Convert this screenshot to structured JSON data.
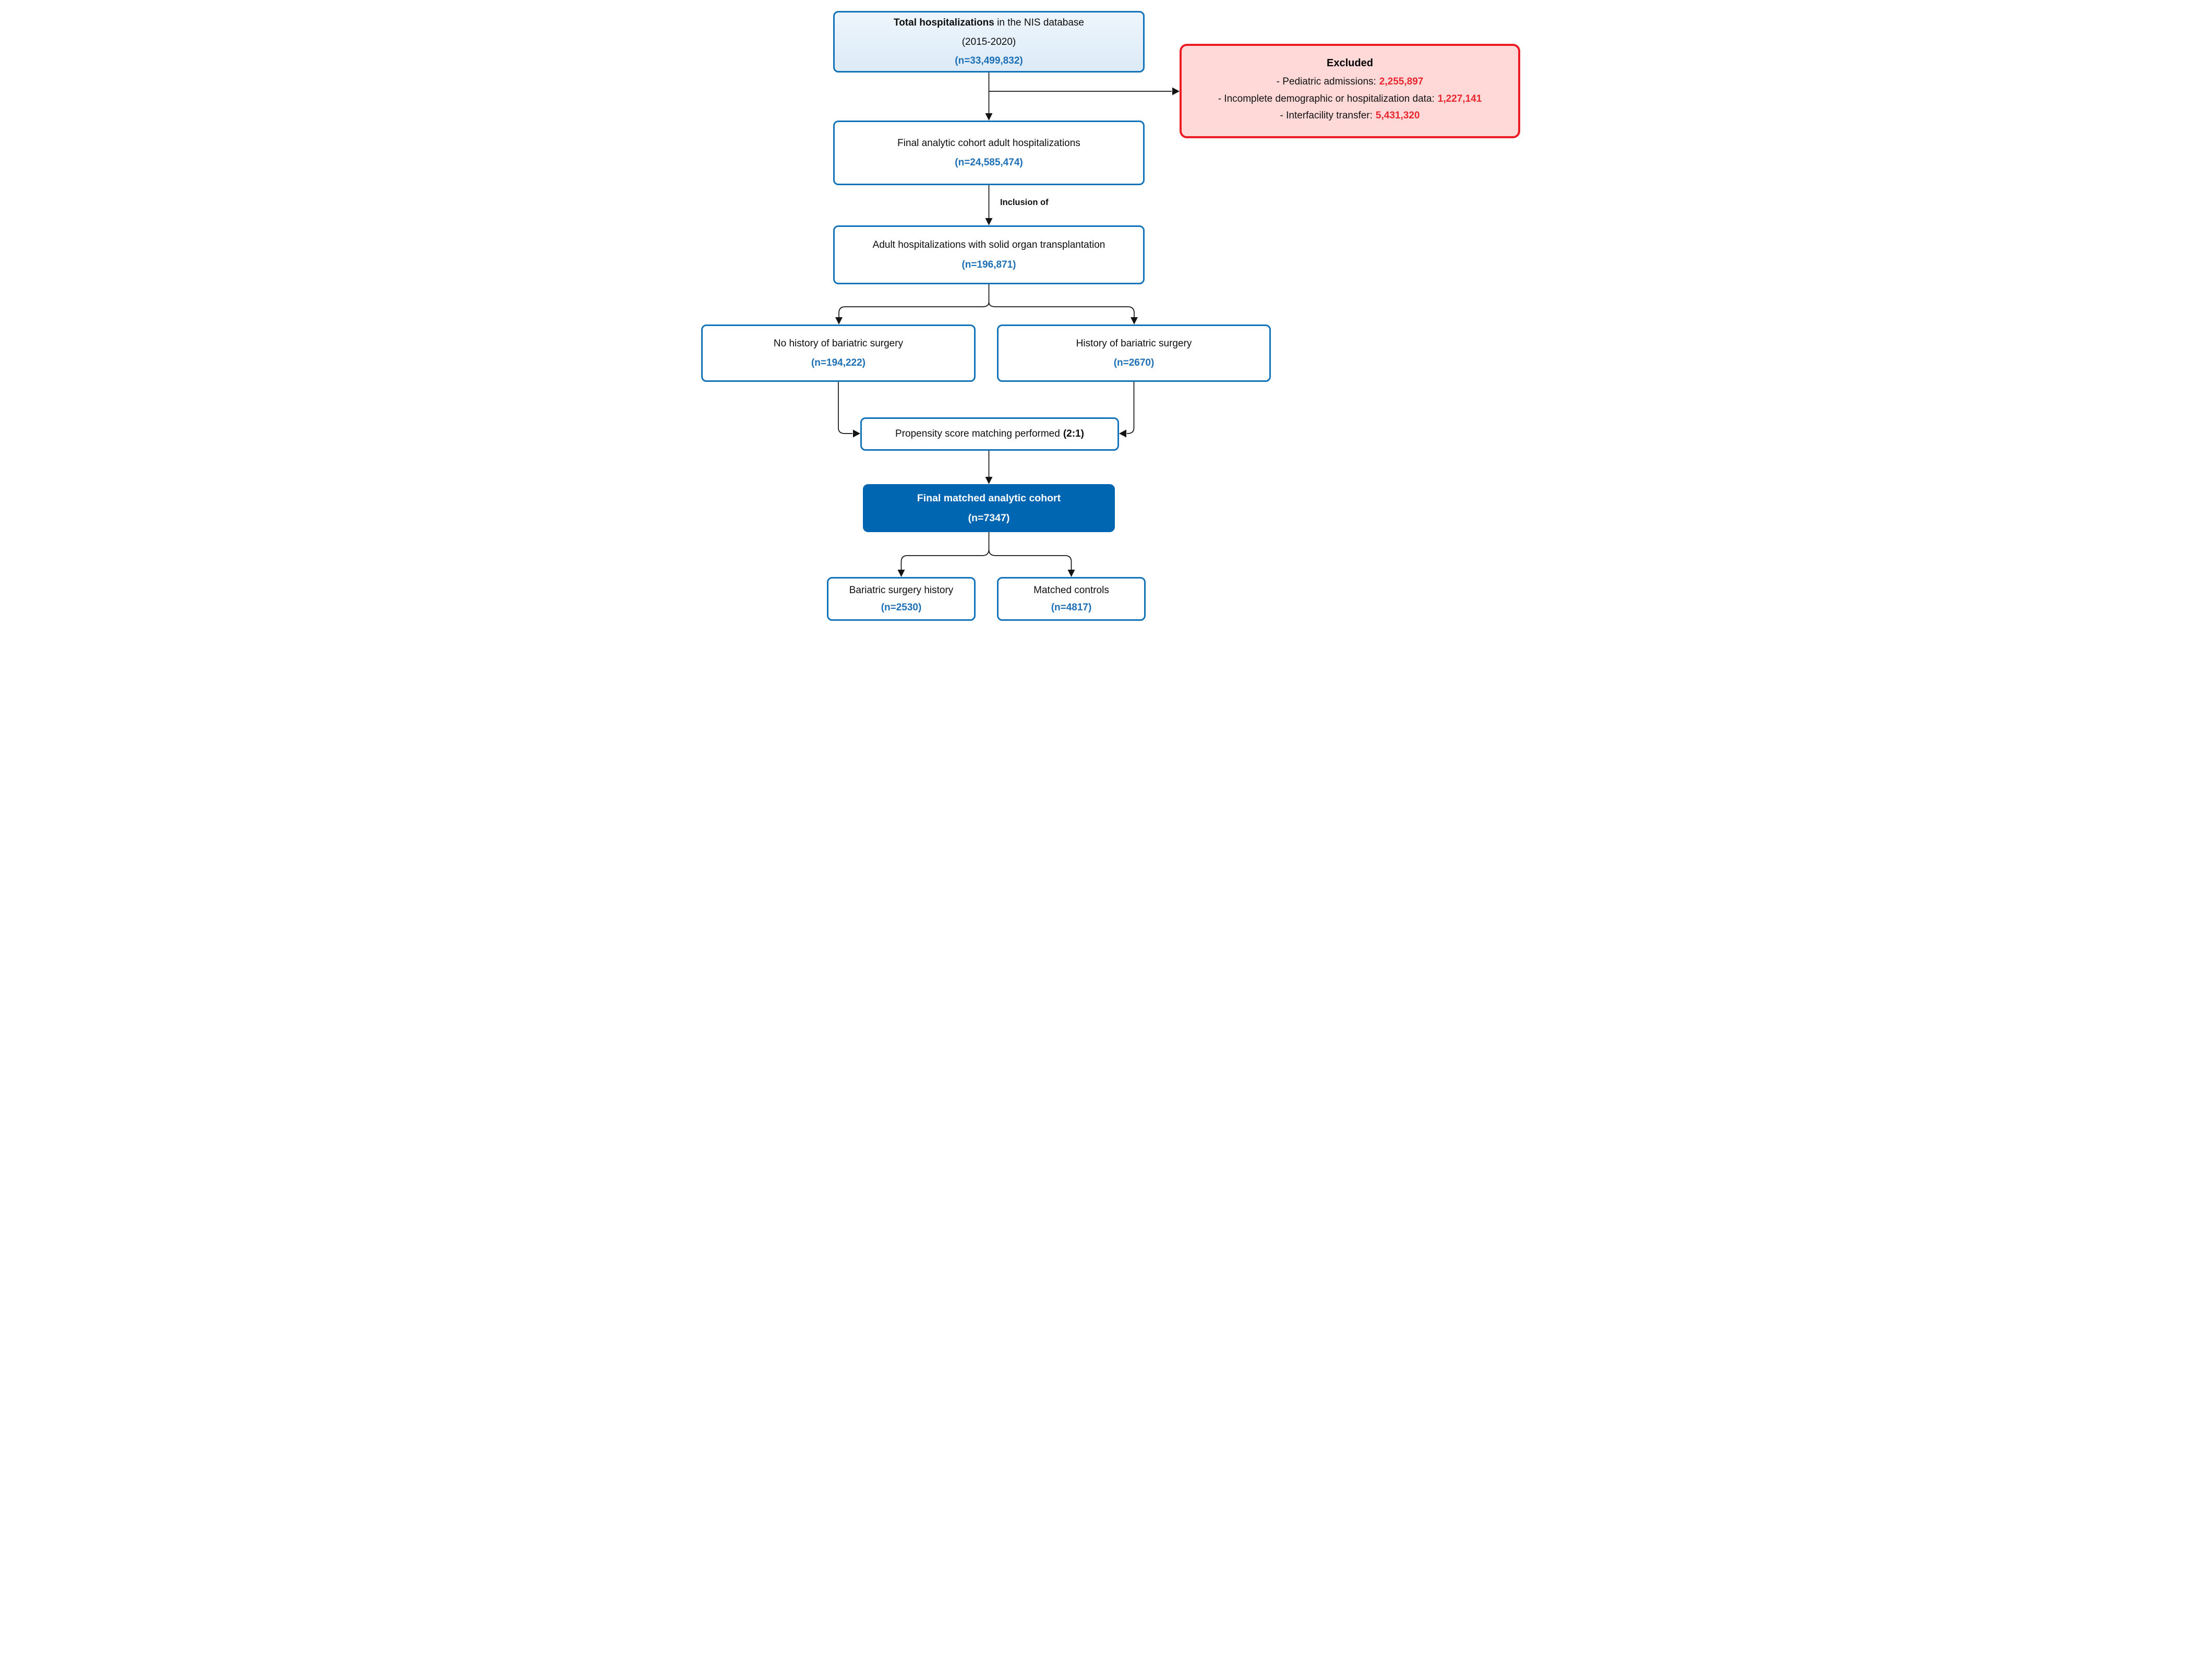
{
  "colors": {
    "border_blue": "#1573b9",
    "fill_light_blue_top": "#eef5fc",
    "fill_light_blue_bottom": "#dcebf8",
    "fill_dark_blue": "#0066b2",
    "n_text_blue": "#1d6fb5",
    "red_border": "#ec1c24",
    "red_fill": "#ffd8d8",
    "red_value_text": "#e9262d",
    "connector_black": "#141414"
  },
  "boxes": {
    "total": {
      "bold": "Total hospitalizations",
      "rest": " in the NIS database",
      "line2": "(2015-2020)",
      "n": "(n=33,499,832)"
    },
    "excluded": {
      "title": "Excluded",
      "items": [
        {
          "label": "-  Pediatric admissions:",
          "value": "2,255,897"
        },
        {
          "label": "- Incomplete demographic or hospitalization data:",
          "value": "1,227,141"
        },
        {
          "label": "- Interfacility transfer:",
          "value": "5,431,320"
        }
      ]
    },
    "final_analytic": {
      "line1": "Final analytic cohort adult hospitalizations",
      "n": "(n=24,585,474)"
    },
    "inclusion_label": "Inclusion of",
    "sot": {
      "line1": "Adult hospitalizations with solid organ transplantation",
      "n": "(n=196,871)"
    },
    "no_history": {
      "line1": "No history of bariatric surgery",
      "n": "(n=194,222)"
    },
    "history": {
      "line1": "History of bariatric surgery",
      "n": "(n=2670)"
    },
    "psm": {
      "text": "Propensity score matching performed",
      "bold": "(2:1)"
    },
    "final_matched": {
      "line1": "Final matched analytic cohort",
      "n": "(n=7347)"
    },
    "bariatric": {
      "line1": "Bariatric surgery history",
      "n": "(n=2530)"
    },
    "controls": {
      "line1": "Matched controls",
      "n": "(n=4817)"
    }
  }
}
